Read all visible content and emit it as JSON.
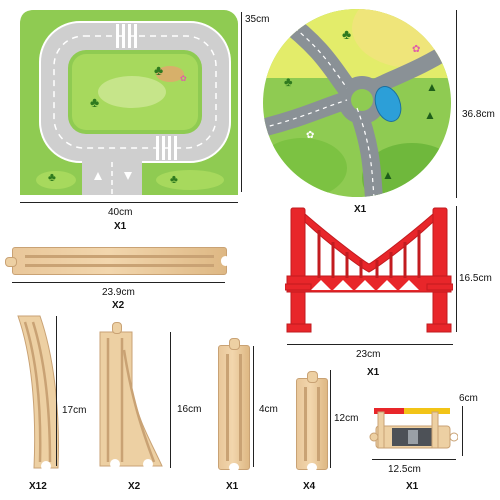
{
  "items": {
    "square_mat": {
      "width": "40cm",
      "height": "35cm",
      "qty": "X1"
    },
    "round_mat": {
      "diameter": "36.8cm",
      "qty": "X1"
    },
    "bridge": {
      "width": "23cm",
      "height": "16.5cm",
      "qty": "X1"
    },
    "long_straight": {
      "length": "23.9cm",
      "qty": "X2"
    },
    "curve": {
      "length": "17cm",
      "qty": "X12"
    },
    "switch": {
      "length": "16cm",
      "qty": "X2"
    },
    "short_straight": {
      "length": "4cm",
      "qty": "X1"
    },
    "mid_straight": {
      "length": "12cm",
      "qty": "X4"
    },
    "crossing": {
      "width": "12.5cm",
      "height": "6cm",
      "qty": "X1"
    }
  },
  "colors": {
    "grass": "#8fcb52",
    "road": "#c8c8c8",
    "bridge_red": "#e8262a",
    "wood": "#edd0a3"
  },
  "icons": [
    "palm-tree-icon",
    "flower-icon",
    "pine-tree-icon",
    "pond-icon"
  ]
}
